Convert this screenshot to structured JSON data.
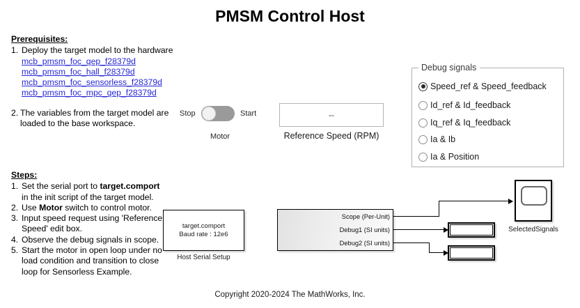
{
  "page": {
    "title": "PMSM Control Host",
    "copyright": "Copyright 2020-2024 The MathWorks, Inc."
  },
  "prerequisites": {
    "heading": "Prerequisites:",
    "item1": {
      "number": "1.",
      "text": "Deploy the target model to the hardware"
    },
    "links": [
      {
        "label": "mcb_pmsm_foc_qep_f28379d"
      },
      {
        "label": "mcb_pmsm_foc_hall_f28379d"
      },
      {
        "label": "mcb_pmsm_foc_sensorless_f28379d"
      },
      {
        "label": "mcb_pmsm_foc_mpc_qep_f28379d"
      }
    ],
    "item2": {
      "number": "2.",
      "text": "The variables from the target model are loaded to the base workspace."
    },
    "link_color": "#2727d6"
  },
  "steps": {
    "heading": "Steps:",
    "items": [
      {
        "number": "1.",
        "line1_pre": "Set the serial port to ",
        "line1_bold": "target.comport",
        "line2": "in the init script of the target model."
      },
      {
        "number": "2.",
        "line1_pre": "Use ",
        "line1_bold": "Motor",
        "line1_post": " switch to control motor."
      },
      {
        "number": "3.",
        "line1": "Input speed request using 'Reference",
        "line2": "Speed' edit box."
      },
      {
        "number": "4.",
        "line1": "Observe the debug signals in scope."
      },
      {
        "number": "5.",
        "line1": "Start the motor in open loop under no",
        "line2": "load condition and transition to close",
        "line3": "loop for Sensorless Example."
      }
    ]
  },
  "motor_switch": {
    "stop_label": "Stop",
    "start_label": "Start",
    "caption": "Motor",
    "state": "Stop",
    "track_color": "#9a9a9a",
    "knob_color": "#f2f2f2"
  },
  "reference_speed": {
    "value": "--",
    "caption": "Reference Speed (RPM)"
  },
  "debug_signals": {
    "legend": "Debug signals",
    "selected_index": 0,
    "options": [
      {
        "label": "Speed_ref & Speed_feedback",
        "selected": true
      },
      {
        "label": "Id_ref & Id_feedback",
        "selected": false
      },
      {
        "label": "Iq_ref & Iq_feedback",
        "selected": false
      },
      {
        "label": "Ia & Ib",
        "selected": false
      },
      {
        "label": "Ia & Position",
        "selected": false
      }
    ]
  },
  "host_serial": {
    "line1": "target.comport",
    "line2": "Baud rate : 12e6",
    "caption": "Host Serial Setup"
  },
  "subsystem": {
    "ports": [
      {
        "label": "Scope (Per-Unit)"
      },
      {
        "label": "Debug1 (SI units)"
      },
      {
        "label": "Debug2 (SI units)"
      }
    ]
  },
  "scope": {
    "caption": "SelectedSignals"
  },
  "displays": [
    {
      "value": ""
    },
    {
      "value": ""
    }
  ]
}
